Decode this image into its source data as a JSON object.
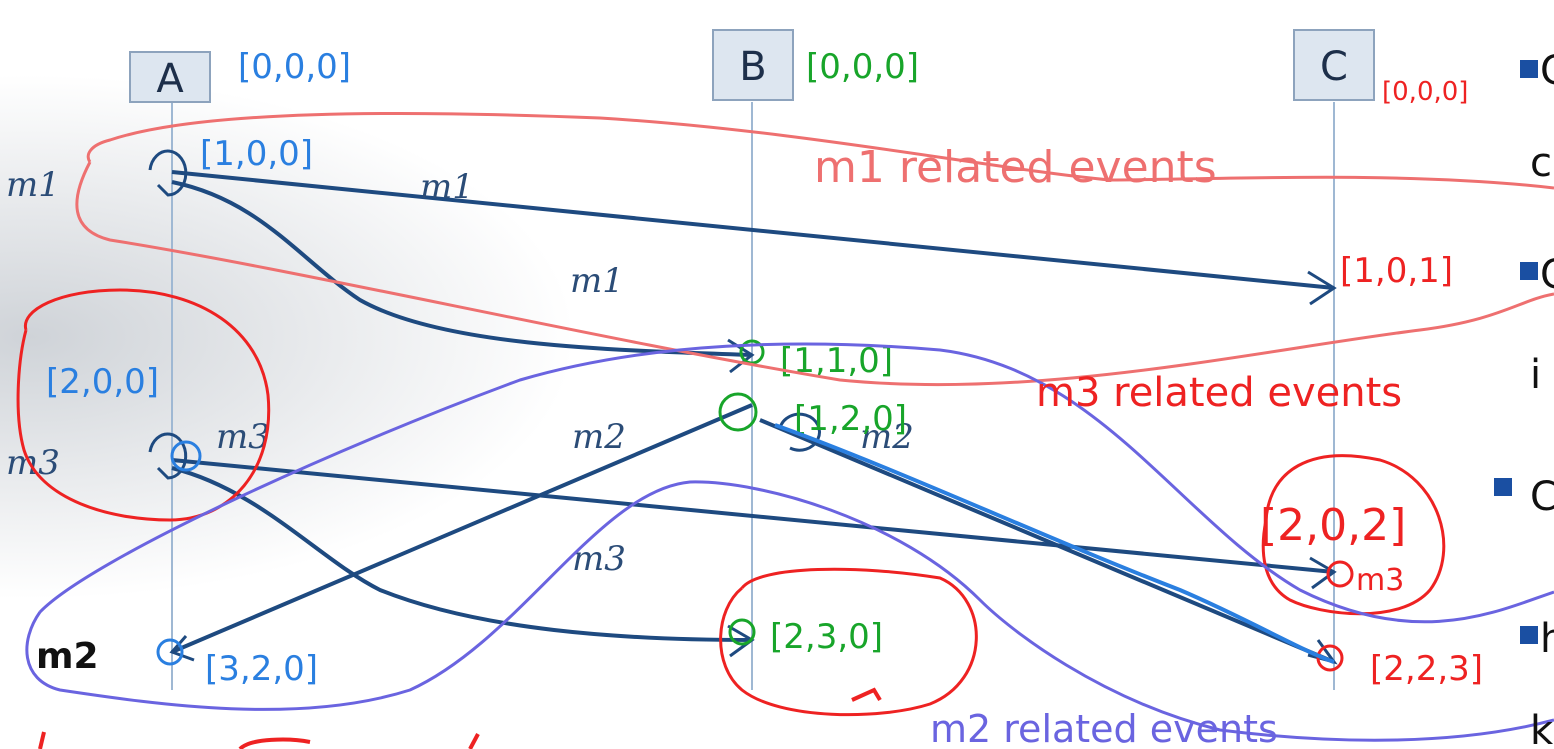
{
  "processes": [
    "A",
    "B",
    "C"
  ],
  "initial_clocks": {
    "A": "[0,0,0]",
    "B": "[0,0,0]",
    "C": "[0,0,0]"
  },
  "message_labels": {
    "m1_left": "m1",
    "m1_top": "m1",
    "m1_mid": "m1",
    "m3_left": "m3",
    "m3_top": "m3",
    "m3_mid": "m3",
    "m2_mid": "m2",
    "m2_loop": "m2"
  },
  "clocks": {
    "A_m1": "[1,0,0]",
    "A_m3": "[2,0,0]",
    "A_m2": "[3,2,0]",
    "B_recv_m1": "[1,1,0]",
    "B_send_m2": "[1,2,0]",
    "B_recv_m3": "[2,3,0]",
    "C_recv_m1": "[1,0,1]",
    "C_recv_m3": "[2,0,2]",
    "C_recv_m2": "[2,2,3]"
  },
  "annotations": {
    "m1_group": "m1 related events",
    "m3_group": "m3 related events",
    "m2_group": "m2 related events",
    "m2_marker": "m2",
    "m3_marker": "m3"
  },
  "side_text": [
    "C",
    "c",
    "C",
    "i",
    "C",
    "h",
    "k"
  ],
  "colors": {
    "handwriting_blue": "#2a7fe0",
    "handwriting_green": "#18a52a",
    "handwriting_red": "#ee2222",
    "handwriting_pink": "#ee7070",
    "handwriting_purple": "#6a64e0",
    "arrow_navy": "#1e4a80",
    "process_box_fill": "#dde6f0"
  }
}
